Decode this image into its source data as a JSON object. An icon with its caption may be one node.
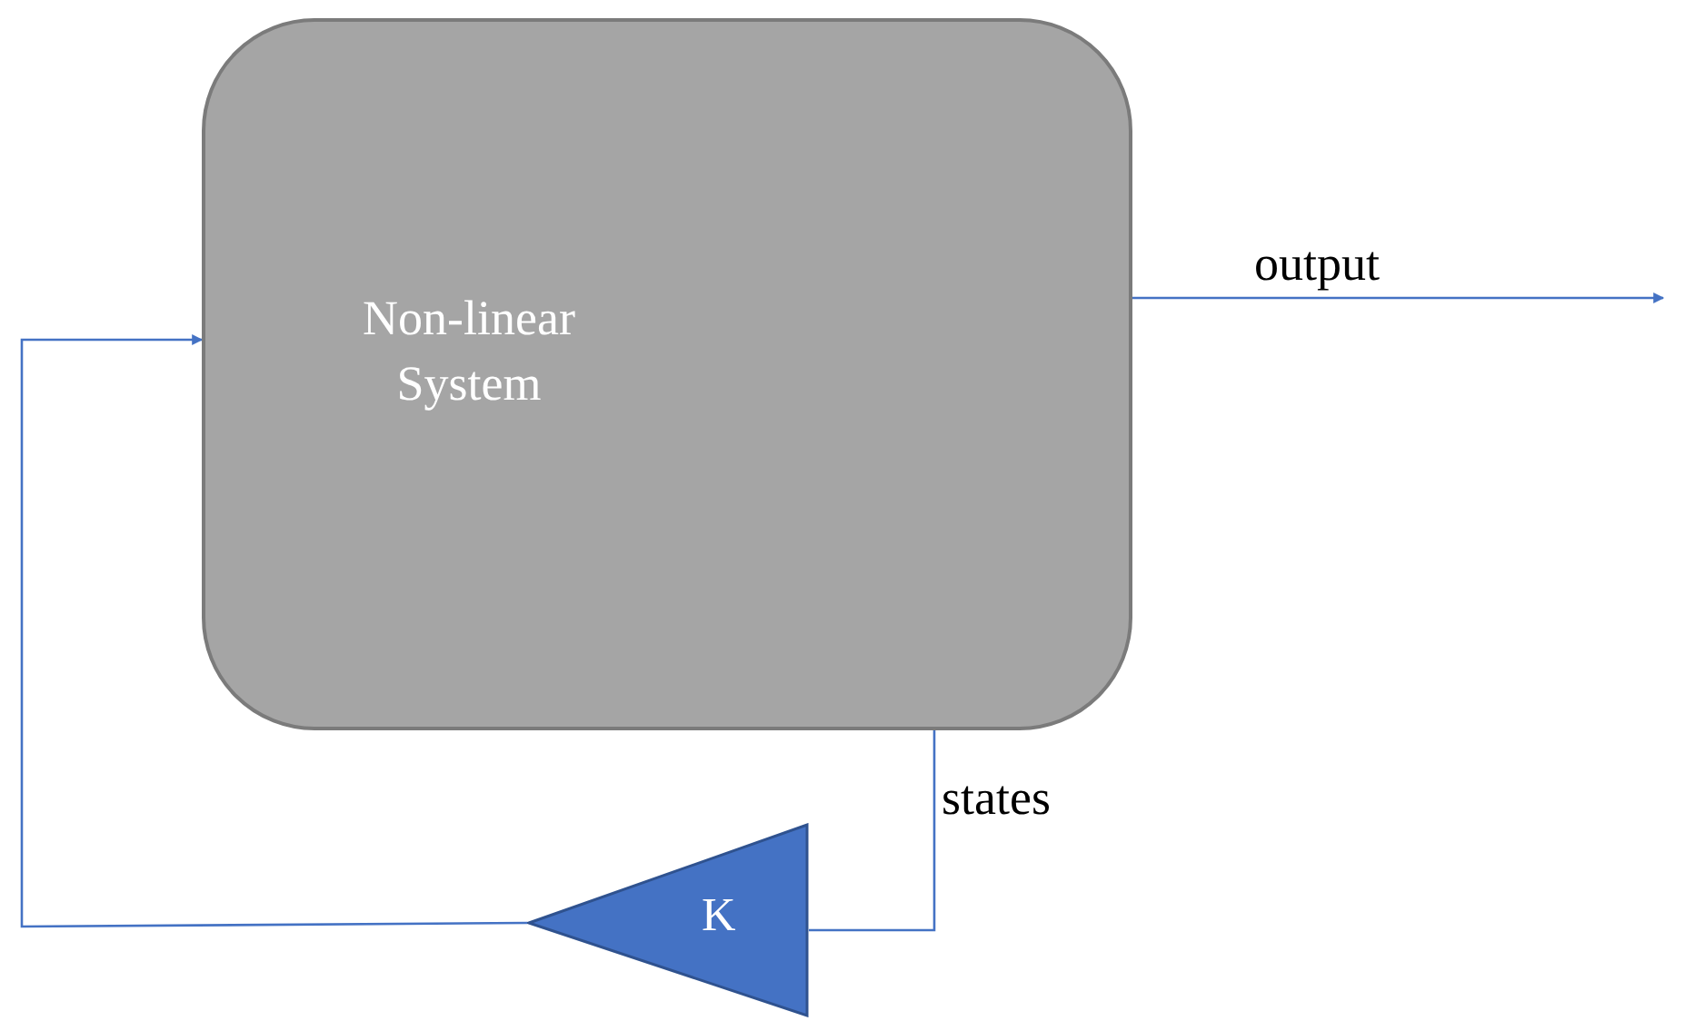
{
  "diagram": {
    "nodes": [
      {
        "text": [
          "Non-linear System"
        ]
      },
      {
        "text": [
          "K"
        ]
      }
    ],
    "edges": [
      {
        "from": 0,
        "to": null,
        "arrow": "to",
        "label": "output"
      },
      {
        "from": 0,
        "to": 1,
        "arrow": "none",
        "label": "states"
      },
      {
        "from": 1,
        "to": 0,
        "arrow": "to"
      }
    ]
  }
}
